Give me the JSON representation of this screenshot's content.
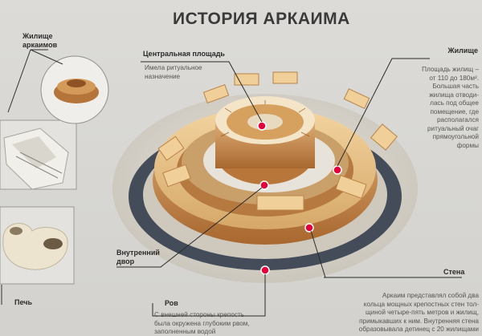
{
  "title": "ИСТОРИЯ АРКАИМА",
  "labels": {
    "dwellings_arkaim": [
      "Жилище",
      "аркаимов"
    ],
    "central_square": "Центральная площадь",
    "central_square_desc": [
      "Имела ритуальное",
      "назначение"
    ],
    "dwelling": "Жилище",
    "dwelling_desc": [
      "Площадь жилищ –",
      "от 110 до 180м².",
      "Большая часть",
      "жилища отводи-",
      "лась под общее",
      "помещение, где",
      "располагался",
      "ритуальный очаг",
      "прямоугольной",
      "формы"
    ],
    "inner_yard": [
      "Внутренний",
      "двор"
    ],
    "oven": "Печь",
    "moat": "Ров",
    "moat_desc": [
      "С внешней стороны крепость",
      "была окружена глубоким рвом,",
      "заполненным водой"
    ],
    "wall": "Стена",
    "wall_desc": [
      "Аркаим представлял собой два",
      "кольца мощных крепостных стен тол-",
      "щиной четыре-пять метров и жилищ,",
      "примыкавших к ним. Внутренняя стена",
      "образовывала детинец с 20 жилищами"
    ]
  },
  "colors": {
    "accent": "#e5003c",
    "wood": "#c98a50",
    "moat": "#4b5563"
  }
}
